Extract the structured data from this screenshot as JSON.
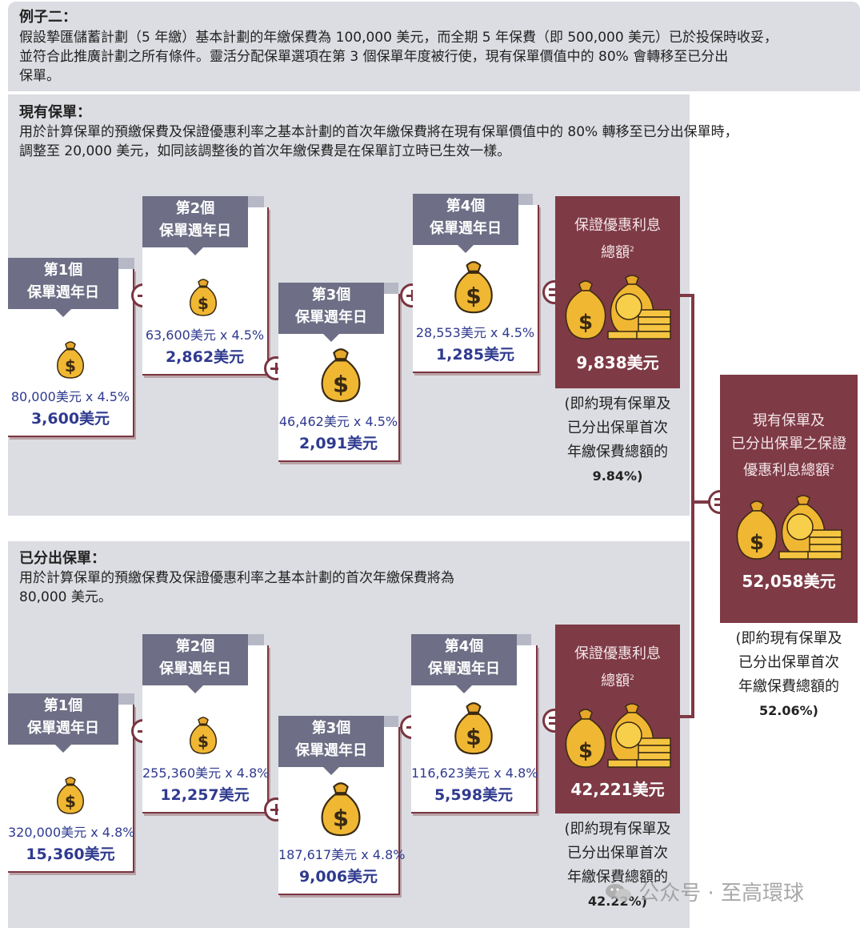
{
  "example": {
    "title": "例子二：",
    "lines": [
      "假設摯匯儲蓄計劃（5 年繳）基本計劃的年繳保費為 100,000 美元，而全期 5 年保費（即 500,000 美元）已於投保時收妥，",
      "並符合此推廣計劃之所有條件。靈活分配保單選項在第 3 個保單年度被行使，現有保單價值中的 80% 會轉移至已分出",
      "保單。"
    ]
  },
  "existing": {
    "title": "現有保單：",
    "lines": [
      "用於計算保單的預繳保費及保證優惠利率之基本計劃的首次年繳保費將在現有保單價值中的 80% 轉移至已分出保單時，",
      "調整至 20,000 美元，如同該調整後的首次年繳保費是在保單訂立時已生效一樣。"
    ],
    "cards": [
      {
        "tab_line1": "第1個",
        "tab_line2": "保單週年日",
        "calc": "80,000美元 x 4.5%",
        "result": "3,600美元",
        "icon": "money-bag-icon"
      },
      {
        "tab_line1": "第2個",
        "tab_line2": "保單週年日",
        "calc": "63,600美元 x 4.5%",
        "result": "2,862美元",
        "icon": "money-bag-icon"
      },
      {
        "tab_line1": "第3個",
        "tab_line2": "保單週年日",
        "calc": "46,462美元 x 4.5%",
        "result": "2,091美元",
        "icon": "money-bag-icon"
      },
      {
        "tab_line1": "第4個",
        "tab_line2": "保單週年日",
        "calc": "28,553美元 x 4.5%",
        "result": "1,285美元",
        "icon": "money-bag-icon"
      }
    ],
    "total": {
      "label_line1": "保證優惠利息",
      "label_line2": "總額",
      "sup": "2",
      "amount": "9,838美元"
    },
    "note": {
      "line1": "(即約現有保單及",
      "line2": "已分出保單首次",
      "line3": "年繳保費總額的",
      "pct": "9.84%)"
    }
  },
  "split": {
    "title": "已分出保單：",
    "lines": [
      "用於計算保單的預繳保費及保證優惠利率之基本計劃的首次年繳保費將為",
      "80,000 美元。"
    ],
    "cards": [
      {
        "tab_line1": "第1個",
        "tab_line2": "保單週年日",
        "calc": "320,000美元 x 4.8%",
        "result": "15,360美元",
        "icon": "money-bag-icon"
      },
      {
        "tab_line1": "第2個",
        "tab_line2": "保單週年日",
        "calc": "255,360美元 x 4.8%",
        "result": "12,257美元",
        "icon": "money-bag-icon"
      },
      {
        "tab_line1": "第3個",
        "tab_line2": "保單週年日",
        "calc": "187,617美元 x 4.8%",
        "result": "9,006美元",
        "icon": "money-bag-icon"
      },
      {
        "tab_line1": "第4個",
        "tab_line2": "保單週年日",
        "calc": "116,623美元 x 4.8%",
        "result": "5,598美元",
        "icon": "money-bag-icon"
      }
    ],
    "total": {
      "label_line1": "保證優惠利息",
      "label_line2": "總額",
      "sup": "2",
      "amount": "42,221美元"
    },
    "note": {
      "line1": "(即約現有保單及",
      "line2": "已分出保單首次",
      "line3": "年繳保費總額的",
      "pct": "42.22%)"
    }
  },
  "grand": {
    "label_line1": "現有保單及",
    "label_line2": "已分出保單之保證",
    "label_line3": "優惠利息總額",
    "sup": "2",
    "amount": "52,058美元",
    "note": {
      "line1": "(即約現有保單及",
      "line2": "已分出保單首次",
      "line3": "年繳保費總額的",
      "pct": "52.06%)"
    }
  },
  "watermark": "公众号 · 至高環球",
  "colors": {
    "maroon": "#7e3a45",
    "tab": "#6e6f86",
    "navy": "#2f3a8f",
    "band": "#dcdde2",
    "gold": "#e6a72a"
  }
}
